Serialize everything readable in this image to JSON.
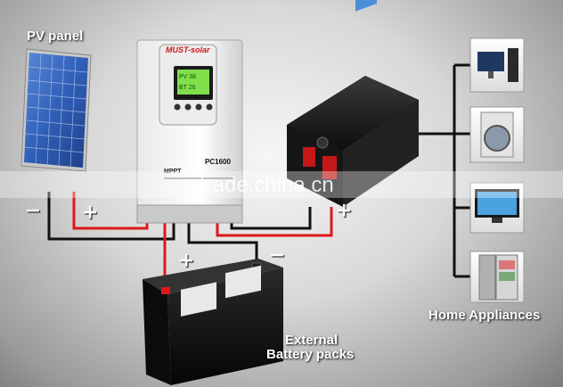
{
  "labels": {
    "pv_panel": "PV panel",
    "home_appliances": "Home Appliances",
    "battery_line1": "External",
    "battery_line2": "Battery packs"
  },
  "controller": {
    "brand": "MUST-solar",
    "model": "PC1600",
    "strip_text": "MPPT"
  },
  "signs": {
    "pv_neg": "−",
    "pv_pos": "+",
    "bat_pos": "+",
    "bat_neg": "−",
    "inv_pos": "+"
  },
  "watermark": "trade.china.cn",
  "colors": {
    "wire_red": "#e01818",
    "wire_black": "#111111",
    "panel_blue": "#2f5fb8"
  }
}
